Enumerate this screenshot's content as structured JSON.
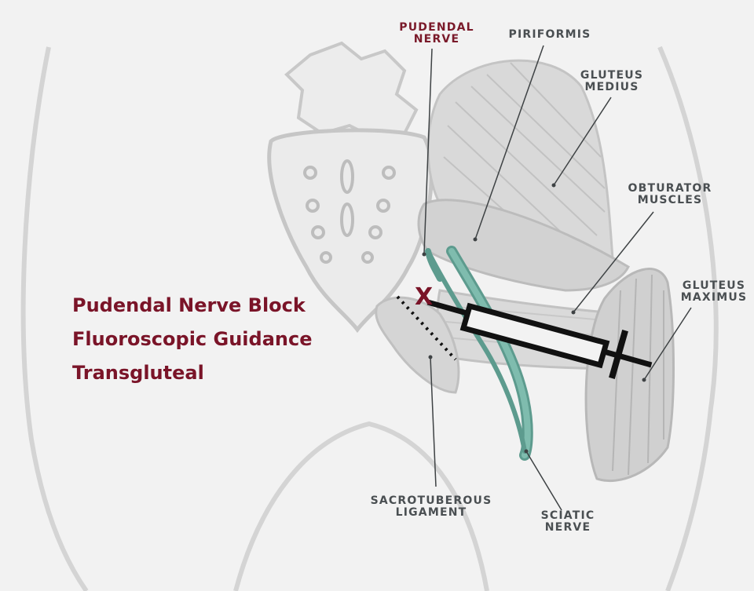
{
  "title_lines": [
    "Pudendal Nerve Block",
    "Fluoroscopic Guidance",
    "Transgluteal"
  ],
  "labels": {
    "pudendal_nerve": "PUDENDAL\nNERVE",
    "piriformis": "PIRIFORMIS",
    "gluteus_medius": "GLUTEUS\nMEDIUS",
    "obturator_muscles": "OBTURATOR\nMUSCLES",
    "gluteus_maximus": "GLUTEUS\nMAXIMUS",
    "sacrotuberous_ligament": "SACROTUBEROUS\nLIGAMENT",
    "sciatic_nerve": "SCIATIC\nNERVE"
  },
  "target_marker": "X",
  "colors": {
    "accent": "#7a1428",
    "nerve": "#5d9b8e",
    "label": "#4a4f52",
    "muscle": "#c9c9c9",
    "outline": "#d6d6d6"
  }
}
